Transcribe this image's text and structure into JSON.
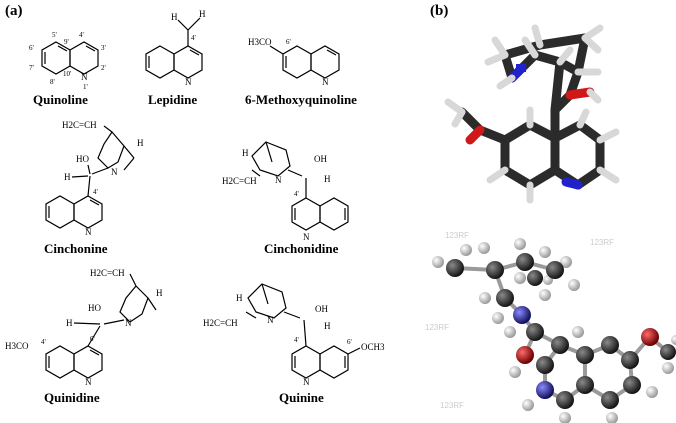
{
  "panels": {
    "a": "(a)",
    "b": "(b)"
  },
  "compounds": [
    {
      "id": "quinoline",
      "name": "Quinoline"
    },
    {
      "id": "lepidine",
      "name": "Lepidine"
    },
    {
      "id": "methoxyquinoline",
      "name": "6-Methoxyquinoline"
    },
    {
      "id": "cinchonine",
      "name": "Cinchonine"
    },
    {
      "id": "cinchonidine",
      "name": "Cinchonidine"
    },
    {
      "id": "quinidine",
      "name": "Quinidine"
    },
    {
      "id": "quinine",
      "name": "Quinine"
    }
  ],
  "atoms": {
    "N": "N",
    "H": "H",
    "HO": "HO",
    "OH": "OH",
    "H3CO": "H3CO",
    "OCH3": "OCH3",
    "H2C": "H2C",
    "CH": "CH",
    "H2CCH": "H2C=CH"
  },
  "numbering": [
    "5'",
    "4'",
    "6'",
    "9'",
    "3'",
    "7'",
    "10'",
    "2'",
    "8'",
    "1'",
    "4'",
    "6'",
    "4'",
    "4'",
    "6'",
    "4'",
    "4'",
    "6'"
  ],
  "watermarks": [
    "123RF",
    "123RF",
    "123RF",
    "123RF"
  ],
  "colors": {
    "carbon": "#3a3a3a",
    "hydrogen": "#e8e8e8",
    "oxygen": "#d01818",
    "nitrogen": "#2222cc",
    "model_carbon": "#2e2e2e"
  }
}
